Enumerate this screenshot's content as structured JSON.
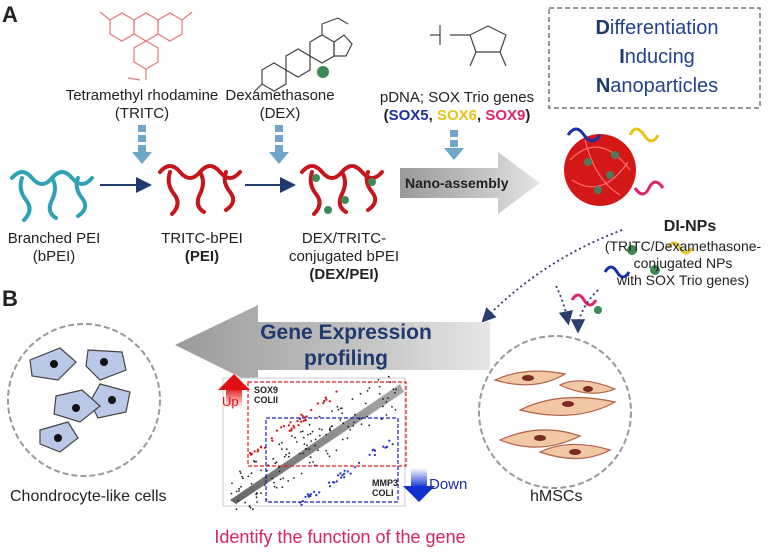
{
  "panels": {
    "a": "A",
    "b": "B"
  },
  "title_box": {
    "line1_cap": "D",
    "line1_rest": "ifferentiation",
    "line2_cap": "I",
    "line2_rest": "nducing",
    "line3_cap": "N",
    "line3_rest": "anoparticles"
  },
  "reagents": {
    "tritc_name": "Tetramethyl rhodamine",
    "tritc_abbr": "(TRITC)",
    "dex_name": "Dexamethasone",
    "dex_abbr": "(DEX)",
    "pdna_name": "pDNA; SOX Trio genes",
    "sox_open": "(",
    "sox5": "SOX5",
    "sox6": "SOX6",
    "sox9": "SOX9",
    "sox_sep": ", ",
    "sox_close": ")"
  },
  "polymers": {
    "bpei_line1": "Branched PEI",
    "bpei_line2": "(bPEI)",
    "tritc_bpei_line1": "TRITC-bPEI",
    "tritc_bpei_line2": "(PEI)",
    "dex_line1": "DEX/TRITC-",
    "dex_line2": "conjugated bPEI",
    "dex_line3": "(DEX/PEI)"
  },
  "nano_assembly": "Nano-assembly",
  "dinps": {
    "title": "DI-NPs",
    "line1": "(TRITC/Dexamethasone-",
    "line2": "conjugated NPs",
    "line3": "with SOX Trio genes)"
  },
  "gene_expression": {
    "line1": "Gene Expression",
    "line2": "profiling"
  },
  "scatter": {
    "up": "Up",
    "down": "Down",
    "up_genes": [
      "SOX9",
      "COLII"
    ],
    "down_genes": [
      "MMP3",
      "COLI"
    ]
  },
  "cells": {
    "left": "Chondrocyte-like cells",
    "right": "hMSCs"
  },
  "footer": "Identify the function of the gene",
  "colors": {
    "navy": "#1f3a6e",
    "sox5": "#1a2fa8",
    "sox6": "#e8c21a",
    "sox9": "#e0226e",
    "footer": "#d6245c",
    "arrow_blue": "#6fa5c8",
    "polymer_red": "#c4161c",
    "polymer_teal": "#2ea1b5"
  }
}
